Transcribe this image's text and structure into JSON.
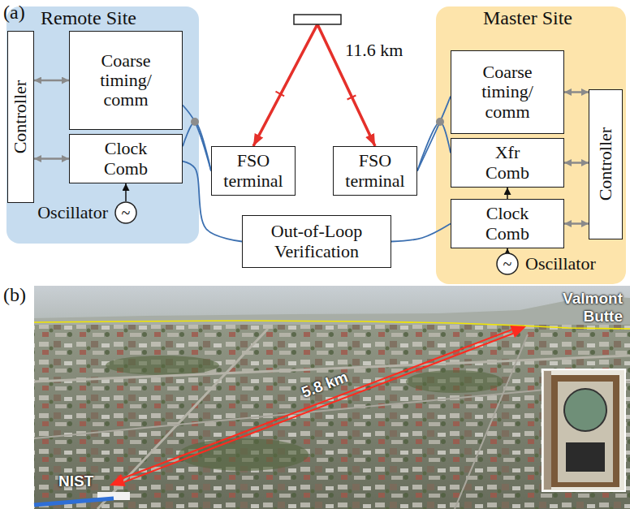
{
  "diagram": {
    "nodes": [
      {
        "text": [
          "Remote Site"
        ]
      },
      {
        "text": [
          "Controller"
        ],
        "in": 0
      },
      {
        "text": [
          "Coarse timing/ comm"
        ],
        "in": 0
      },
      {
        "text": [
          "Clock Comb"
        ],
        "in": 0
      },
      {
        "text": [
          "Oscillator",
          "~"
        ],
        "in": 0
      },
      {
        "text": [
          "FSO terminal"
        ]
      },
      {
        "text": [
          "FSO terminal"
        ]
      },
      {
        "text": [
          "Out-of-Loop Verification"
        ]
      },
      {
        "text": [
          "Master Site"
        ]
      },
      {
        "text": [
          "Coarse timing/ comm"
        ],
        "in": 8
      },
      {
        "text": [
          "Xfr Comb"
        ],
        "in": 8
      },
      {
        "text": [
          "Controller"
        ],
        "in": 8
      },
      {
        "text": [
          "Clock Comb"
        ],
        "in": 8
      },
      {
        "text": [
          "~",
          "Oscillator"
        ],
        "in": 8
      }
    ],
    "edges": [
      {
        "from": 1,
        "to": 2,
        "arrow": "both"
      },
      {
        "from": 1,
        "to": 3,
        "arrow": "both"
      },
      {
        "from": 4,
        "to": 3,
        "arrow": "to"
      },
      {
        "from": 2,
        "to": 5,
        "arrow": "none"
      },
      {
        "from": 3,
        "to": 5,
        "arrow": "none"
      },
      {
        "from": 5,
        "to": 6,
        "label": "11.6 km",
        "arrow": "both"
      },
      {
        "from": 3,
        "to": 7,
        "arrow": "none"
      },
      {
        "from": 6,
        "to": 9,
        "arrow": "none"
      },
      {
        "from": 6,
        "to": 10,
        "arrow": "none"
      },
      {
        "from": 12,
        "to": 10,
        "arrow": "to"
      },
      {
        "from": 11,
        "to": 9,
        "arrow": "both"
      },
      {
        "from": 11,
        "to": 10,
        "arrow": "both"
      },
      {
        "from": 11,
        "to": 12,
        "arrow": "both"
      },
      {
        "from": 13,
        "to": 12,
        "arrow": "to"
      },
      {
        "from": 7,
        "to": 12,
        "arrow": "none"
      }
    ],
    "labels": [
      "(a)",
      "(b)",
      "5.8 km",
      "NIST",
      "Valmont Butte"
    ]
  }
}
